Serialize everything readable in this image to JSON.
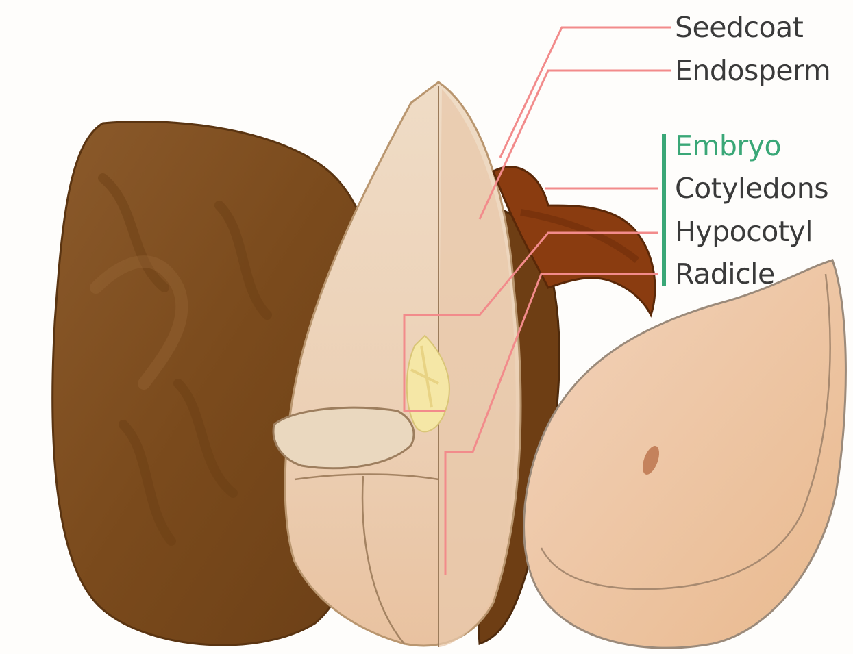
{
  "labels": {
    "seedcoat": "Seedcoat",
    "endosperm": "Endosperm",
    "embryo": "Embryo",
    "cotyledons": "Cotyledons",
    "hypocotyl": "Hypocotyl",
    "radicle": "Radicle"
  },
  "colors": {
    "label_text": "#3a3a3a",
    "embryo_text": "#3aa777",
    "bracket": "#3aa777",
    "leader_lines": "#f28b8b",
    "seedcoat_fill": "#7a4a1c",
    "endosperm_fill": "#ead2b8",
    "cotyledon_fill": "#f0cfb4",
    "embryo_fill": "#f5e7a6"
  }
}
